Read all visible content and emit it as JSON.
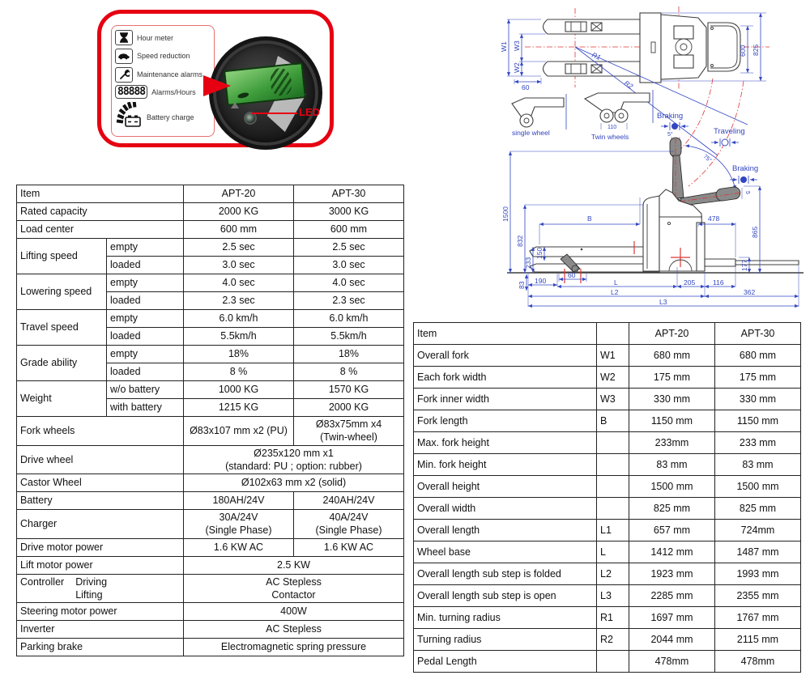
{
  "gauge_panel": {
    "legend": {
      "items": [
        {
          "icon": "hourglass-icon",
          "label": "Hour meter"
        },
        {
          "icon": "speed-reduction-icon",
          "label": "Speed reduction"
        },
        {
          "icon": "wrench-icon",
          "label": "Maintenance alarms"
        },
        {
          "icon": "digits-display",
          "digits": "88888",
          "label": "Alarms/Hours"
        },
        {
          "icon": "battery-charge-icon",
          "label": "Battery charge"
        }
      ]
    },
    "led_label": "LED"
  },
  "drawing": {
    "top_view": {
      "w1": "W1",
      "w2": "W2",
      "w3": "W3",
      "d60": "60",
      "d600": "600",
      "d825": "825",
      "r1": "R1",
      "r2": "R2"
    },
    "wheel_detail": {
      "single": "single wheel",
      "twin": "Twin wheels",
      "d110": "110"
    },
    "handle": {
      "braking_top": "Braking",
      "traveling": "Traveling",
      "braking_low": "Braking",
      "angle_small": "5°",
      "angle_arc": "75°",
      "grip_dim": "5"
    },
    "side_view": {
      "d1500": "1500",
      "d832": "832",
      "d150": "150",
      "d233": "233",
      "d83": "83",
      "b": "B",
      "d478": "478",
      "d865": "865",
      "d177": "177",
      "d60": "60",
      "d190": "190",
      "l": "L",
      "d205": "205",
      "d116": "116",
      "l2": "L2",
      "d362": "362",
      "l3": "L3"
    }
  },
  "spec_table": {
    "header": {
      "item": "Item",
      "c1": "APT-20",
      "c2": "APT-30"
    },
    "rated_capacity": {
      "label": "Rated capacity",
      "v1": "2000 KG",
      "v2": "3000 KG"
    },
    "load_center": {
      "label": "Load center",
      "v1": "600 mm",
      "v2": "600 mm"
    },
    "lifting_speed": {
      "label": "Lifting speed",
      "sub1": "empty",
      "e1": "2.5 sec",
      "e2": "2.5 sec",
      "sub2": "loaded",
      "l1": "3.0 sec",
      "l2": "3.0 sec"
    },
    "lowering_speed": {
      "label": "Lowering speed",
      "sub1": "empty",
      "e1": "4.0 sec",
      "e2": "4.0 sec",
      "sub2": "loaded",
      "l1": "2.3 sec",
      "l2": "2.3 sec"
    },
    "travel_speed": {
      "label": "Travel speed",
      "sub1": "empty",
      "e1": "6.0 km/h",
      "e2": "6.0 km/h",
      "sub2": "loaded",
      "l1": "5.5km/h",
      "l2": "5.5km/h"
    },
    "grade_ability": {
      "label": "Grade ability",
      "sub1": "empty",
      "e1": "18%",
      "e2": "18%",
      "sub2": "loaded",
      "l1": "8 %",
      "l2": "8 %"
    },
    "weight": {
      "label": "Weight",
      "sub1": "w/o battery",
      "e1": "1000 KG",
      "e2": "1570 KG",
      "sub2": "with battery",
      "l1": "1215 KG",
      "l2": "2000 KG"
    },
    "fork_wheels": {
      "label": "Fork wheels",
      "v1": "Ø83x107 mm x2 (PU)",
      "v2": "Ø83x75mm x4\n(Twin-wheel)"
    },
    "drive_wheel": {
      "label": "Drive wheel",
      "v": "Ø235x120 mm x1\n(standard: PU ; option: rubber)"
    },
    "castor_wheel": {
      "label": "Castor Wheel",
      "v": "Ø102x63 mm x2 (solid)"
    },
    "battery": {
      "label": "Battery",
      "v1": "180AH/24V",
      "v2": "240AH/24V"
    },
    "charger": {
      "label": "Charger",
      "v1": "30A/24V\n(Single Phase)",
      "v2": "40A/24V\n(Single Phase)"
    },
    "drive_motor": {
      "label": "Drive motor power",
      "v1": "1.6 KW AC",
      "v2": "1.6 KW AC"
    },
    "lift_motor": {
      "label": "Lift motor power",
      "v": "2.5 KW"
    },
    "controller": {
      "label": "Controller",
      "sub1": "Driving",
      "sub2": "Lifting",
      "v": "AC Stepless\nContactor"
    },
    "steering": {
      "label": "Steering motor power",
      "v": "400W"
    },
    "inverter": {
      "label": "Inverter",
      "v": "AC Stepless"
    },
    "parking": {
      "label": "Parking brake",
      "v": "Electromagnetic spring pressure"
    }
  },
  "dim_table": {
    "header": {
      "item": "Item",
      "sym": "",
      "c1": "APT-20",
      "c2": "APT-30"
    },
    "rows": [
      {
        "item": "Overall fork",
        "sym": "W1",
        "v1": "680 mm",
        "v2": "680 mm"
      },
      {
        "item": "Each fork width",
        "sym": "W2",
        "v1": "175 mm",
        "v2": "175 mm"
      },
      {
        "item": "Fork inner width",
        "sym": "W3",
        "v1": "330 mm",
        "v2": "330 mm"
      },
      {
        "item": "Fork length",
        "sym": "B",
        "v1": "1150 mm",
        "v2": "1150 mm"
      },
      {
        "item": "Max. fork height",
        "sym": "",
        "v1": "233mm",
        "v2": "233 mm"
      },
      {
        "item": "Min. fork height",
        "sym": "",
        "v1": "83 mm",
        "v2": "83 mm"
      },
      {
        "item": "Overall height",
        "sym": "",
        "v1": "1500 mm",
        "v2": "1500 mm"
      },
      {
        "item": "Overall width",
        "sym": "",
        "v1": "825 mm",
        "v2": "825 mm"
      },
      {
        "item": "Overall length",
        "sym": "L1",
        "v1": "657 mm",
        "v2": "724mm"
      },
      {
        "item": "Wheel base",
        "sym": "L",
        "v1": "1412 mm",
        "v2": "1487 mm"
      },
      {
        "item": "Overall length sub step is folded",
        "sym": "L2",
        "v1": "1923 mm",
        "v2": "1993 mm"
      },
      {
        "item": "Overall length sub step is open",
        "sym": "L3",
        "v1": "2285 mm",
        "v2": "2355 mm"
      },
      {
        "item": "Min. turning radius",
        "sym": "R1",
        "v1": "1697 mm",
        "v2": "1767 mm"
      },
      {
        "item": "Turning radius",
        "sym": "R2",
        "v1": "2044 mm",
        "v2": "2115 mm"
      },
      {
        "item": "Pedal Length",
        "sym": "",
        "v1": "478mm",
        "v2": "478mm"
      }
    ]
  }
}
